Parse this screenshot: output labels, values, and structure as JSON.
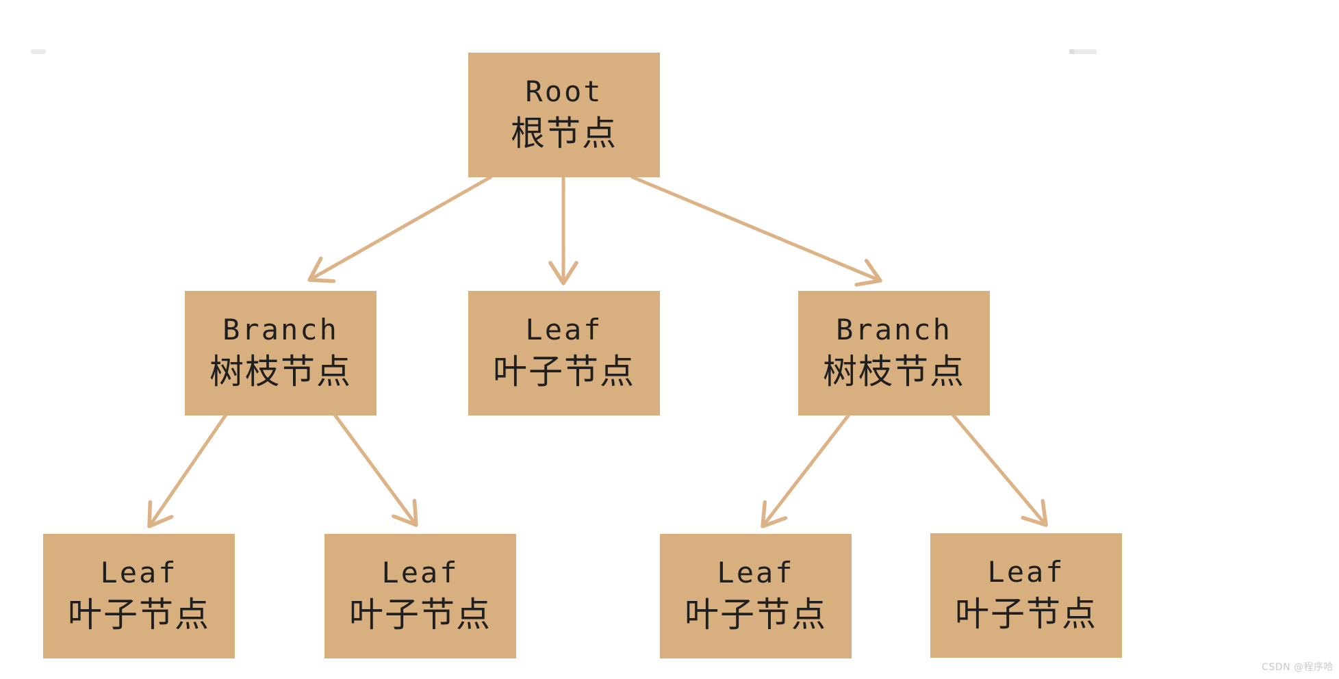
{
  "colors": {
    "node_fill": "#D8AF7E",
    "arrow_color": "#DDB286",
    "text_color": "#1f1f1f",
    "watermark_color": "#c9c9c9",
    "background": "#ffffff"
  },
  "nodes": [
    {
      "id": "root",
      "en": "Root",
      "zh": "根节点"
    },
    {
      "id": "branch-left",
      "en": "Branch",
      "zh": "树枝节点"
    },
    {
      "id": "leaf-middle",
      "en": "Leaf",
      "zh": "叶子节点"
    },
    {
      "id": "branch-right",
      "en": "Branch",
      "zh": "树枝节点"
    },
    {
      "id": "leaf-1",
      "en": "Leaf",
      "zh": "叶子节点"
    },
    {
      "id": "leaf-2",
      "en": "Leaf",
      "zh": "叶子节点"
    },
    {
      "id": "leaf-3",
      "en": "Leaf",
      "zh": "叶子节点"
    },
    {
      "id": "leaf-4",
      "en": "Leaf",
      "zh": "叶子节点"
    }
  ],
  "edges": [
    {
      "from": "root",
      "to": "branch-left"
    },
    {
      "from": "root",
      "to": "leaf-middle"
    },
    {
      "from": "root",
      "to": "branch-right"
    },
    {
      "from": "branch-left",
      "to": "leaf-1"
    },
    {
      "from": "branch-left",
      "to": "leaf-2"
    },
    {
      "from": "branch-right",
      "to": "leaf-3"
    },
    {
      "from": "branch-right",
      "to": "leaf-4"
    }
  ],
  "watermark": {
    "text": "CSDN @程序哈"
  }
}
